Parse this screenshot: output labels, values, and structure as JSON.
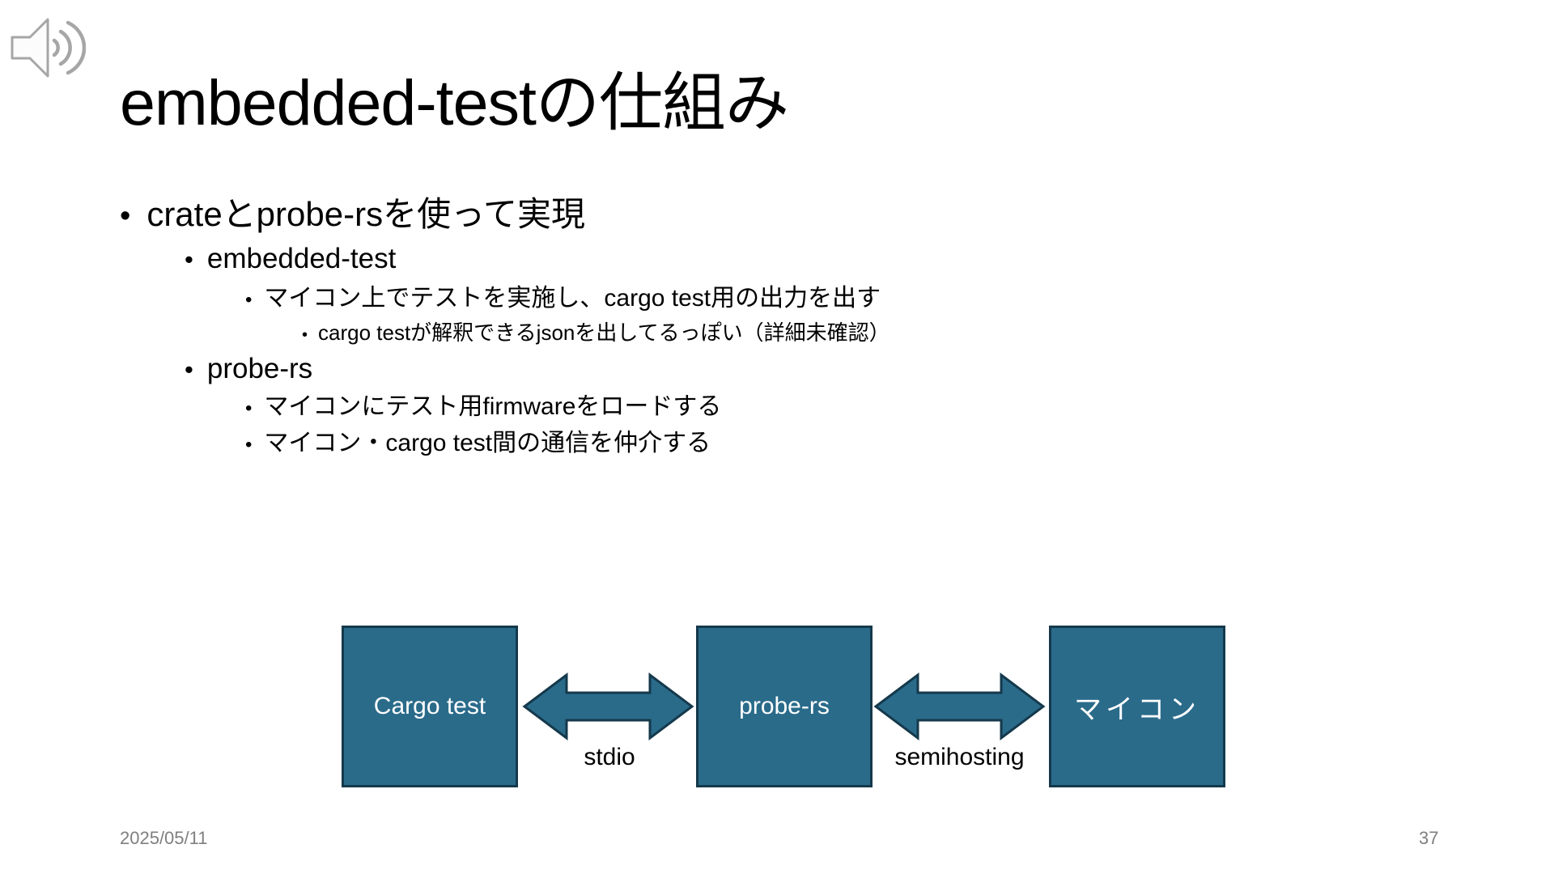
{
  "slide": {
    "title": "embedded-testの仕組み",
    "bullet_char": "•",
    "bullets": [
      {
        "level": 1,
        "text": "crateとprobe-rsを使って実現"
      },
      {
        "level": 2,
        "text": "embedded-test"
      },
      {
        "level": 3,
        "text": "マイコン上でテストを実施し、cargo test用の出力を出す"
      },
      {
        "level": 4,
        "text": "cargo testが解釈できるjsonを出してるっぽい（詳細未確認）"
      },
      {
        "level": 2,
        "text": "probe-rs"
      },
      {
        "level": 3,
        "text": "マイコンにテスト用firmwareをロードする"
      },
      {
        "level": 3,
        "text": "マイコン・cargo test間の通信を仲介する"
      }
    ],
    "diagram": {
      "boxes": [
        {
          "label": "Cargo test"
        },
        {
          "label": "probe-rs"
        },
        {
          "label": "マイコン"
        }
      ],
      "links": [
        {
          "label": "stdio"
        },
        {
          "label": "semihosting"
        }
      ],
      "colors": {
        "box_fill": "#2A6B8A",
        "box_border": "#15394C"
      }
    },
    "icons": {
      "speaker": "speaker-sound-waves-icon"
    },
    "footer": {
      "date": "2025/05/11",
      "page_number": "37"
    }
  }
}
